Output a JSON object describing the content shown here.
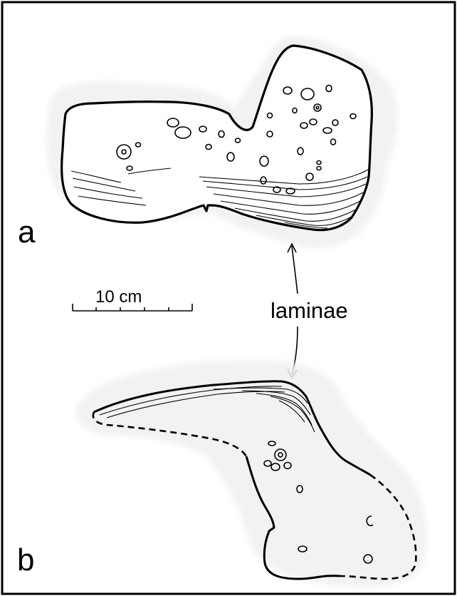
{
  "figure": {
    "panels": [
      {
        "label": "a"
      },
      {
        "label": "b"
      }
    ],
    "scale_bar": {
      "label": "10 cm"
    },
    "callout": {
      "label": "laminae"
    }
  },
  "colors": {
    "ink": "#000000",
    "stipple_halo": "#bdbdbd",
    "paper": "#ffffff"
  }
}
